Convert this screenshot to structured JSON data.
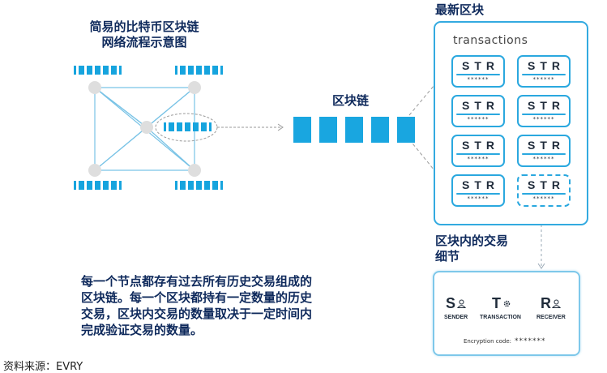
{
  "diagram": {
    "network_title_line1": "简易的比特币区块链",
    "network_title_line2": "网络流程示意图",
    "chain_label": "区块链",
    "latest_block_title": "最新区块",
    "transactions_label": "transactions",
    "tx_cards": [
      {
        "letters": "STR",
        "stars": "******"
      },
      {
        "letters": "STR",
        "stars": "******"
      },
      {
        "letters": "STR",
        "stars": "******"
      },
      {
        "letters": "STR",
        "stars": "******"
      },
      {
        "letters": "STR",
        "stars": "******"
      },
      {
        "letters": "STR",
        "stars": "******"
      },
      {
        "letters": "STR",
        "stars": "******"
      },
      {
        "letters": "STR",
        "stars": "******"
      }
    ],
    "detail_title_line1": "区块内的交易",
    "detail_title_line2": "细节",
    "detail": {
      "sender_letter": "S",
      "sender_label": "SENDER",
      "transaction_letter": "T",
      "transaction_label": "TRANSACTION",
      "receiver_letter": "R",
      "receiver_label": "RECEIVER",
      "encryption_label": "Encryption code:",
      "encryption_value": "*******"
    },
    "description_lines": [
      "每一个节点都存有过去所有历史交易组成的",
      "区块链。每一个区块都持有一定数量的历史",
      "交易，区块内交易的数量取决于一定时间内",
      "完成验证交易的数量。"
    ],
    "source": "资料来源：EVRY"
  },
  "colors": {
    "accent": "#19a6e0",
    "title": "#0f2a5c",
    "node": "#dedede"
  }
}
